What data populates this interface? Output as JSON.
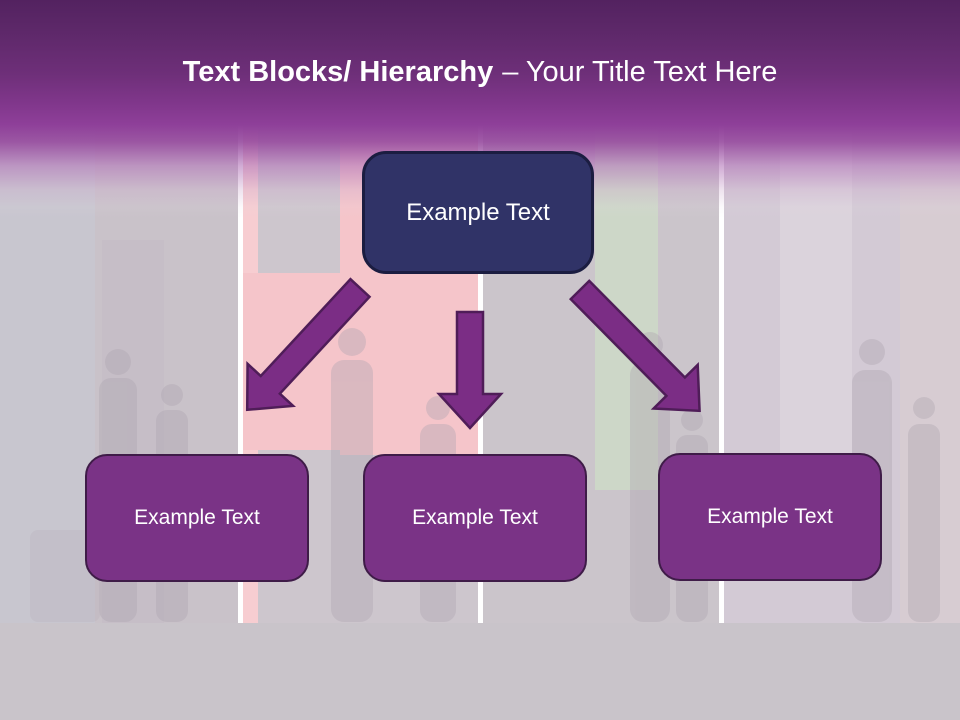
{
  "header": {
    "title_bold": "Text Blocks/ Hierarchy",
    "title_regular": "– Your Title Text Here"
  },
  "diagram": {
    "root": {
      "label": "Example Text"
    },
    "children": [
      {
        "label": "Example Text"
      },
      {
        "label": "Example Text"
      },
      {
        "label": "Example Text"
      }
    ],
    "arrows": [
      "down-left",
      "down",
      "down-right"
    ]
  },
  "colors": {
    "header_purple_top": "#532260",
    "header_purple_bottom": "#8e3f99",
    "root_node_fill": "#303367",
    "root_node_border": "#1b1d41",
    "child_node_fill": "#7a3386",
    "child_node_border": "#3f1c48",
    "arrow_fill": "#7b2d85",
    "arrow_stroke": "#4f1d58",
    "background_gray": "#cac4cb",
    "background_pink": "#f5c5ca",
    "background_green": "#cdd8c8",
    "divider_white": "#ffffff",
    "text_white": "#ffffff"
  }
}
